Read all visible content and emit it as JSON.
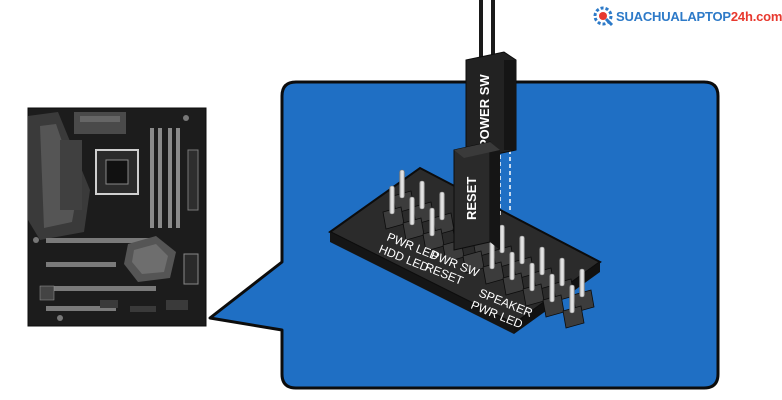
{
  "brand": {
    "name_main": "SUACHUALAPTOP",
    "name_accent": "24h.com",
    "main_color": "#2d7ac8",
    "accent_color": "#e8392f"
  },
  "callout": {
    "background_color": "#1f6fc4"
  },
  "connectors": {
    "power_sw": "POWER SW",
    "reset": "RESET"
  },
  "header_labels": {
    "top_row": [
      "PWR LED",
      "PWR SW"
    ],
    "bottom_row": [
      "HDD LED",
      "RESET"
    ],
    "speaker": "SPEAKER",
    "pwr_led": "PWR LED"
  },
  "icons": [
    "wrench-gear-icon"
  ]
}
